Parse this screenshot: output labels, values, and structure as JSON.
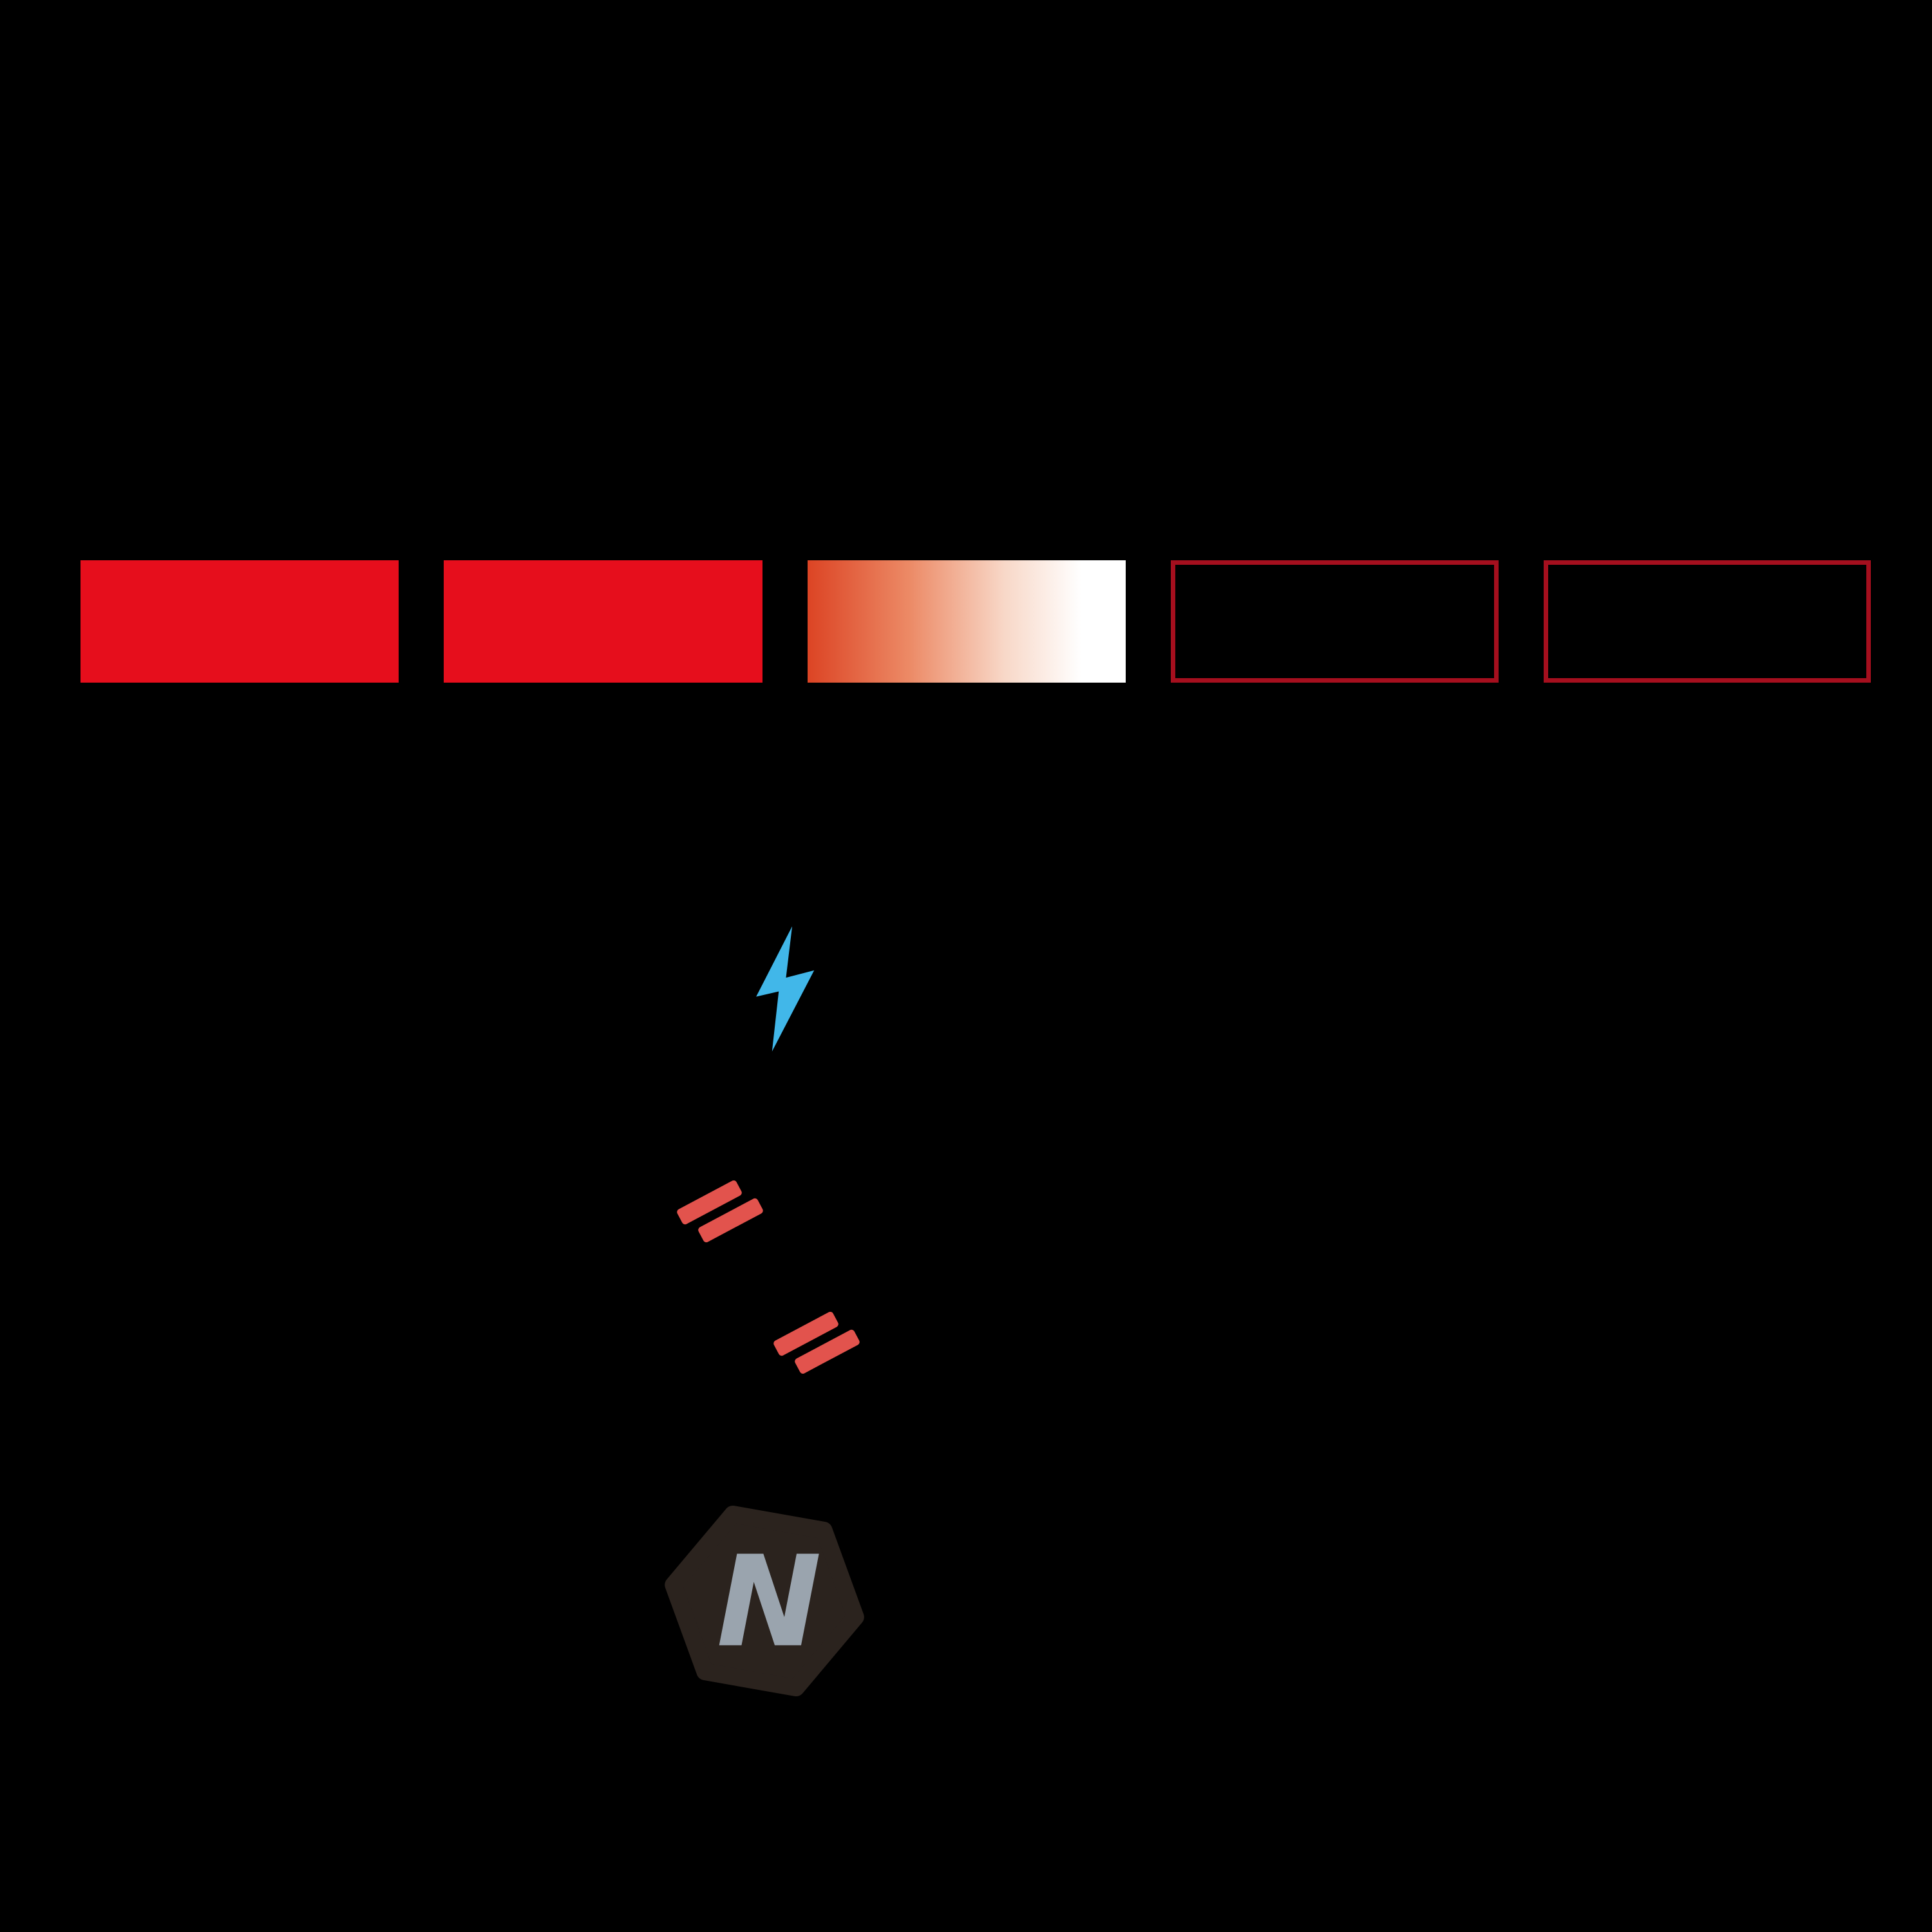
{
  "page": {
    "background": "#000000"
  },
  "battery": {
    "segments": [
      {
        "state": "full"
      },
      {
        "state": "full"
      },
      {
        "state": "gradient"
      },
      {
        "state": "empty"
      },
      {
        "state": "empty"
      }
    ],
    "colors": {
      "fill": "#e60e1c",
      "gradient_start": "#dc4424",
      "gradient_end": "#ffffff",
      "outline": "#a50f1e"
    }
  },
  "icons": {
    "lightning": {
      "color": "#41b7e9"
    },
    "spark_dashes": {
      "color": "#e2534d"
    },
    "logo": {
      "letter": "N",
      "body_color": "#2b231e",
      "letter_color": "#9aa4ae"
    }
  }
}
